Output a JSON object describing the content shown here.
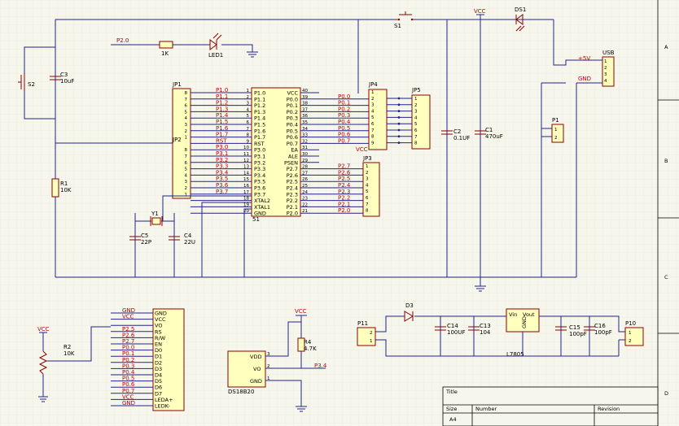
{
  "grid": {
    "rows": [
      "A",
      "B",
      "C",
      "D"
    ]
  },
  "power": {
    "vcc": "VCC",
    "vcc2": "VCC",
    "vcc3": "VCC"
  },
  "s1": {
    "ref": "S1"
  },
  "s2": {
    "ref": "S2"
  },
  "c3": {
    "ref": "C3",
    "value": "10uF"
  },
  "r1": {
    "ref": "R1",
    "value": "10K"
  },
  "led1": {
    "ref": "LED1",
    "net": "P2.0",
    "r_value": "1K"
  },
  "jp1": {
    "ref": "JP1",
    "pins": [
      "8",
      "7",
      "6",
      "5",
      "4",
      "3",
      "2",
      "1"
    ],
    "nets": [
      "P1.0",
      "P1.1",
      "P1.2",
      "P1.3",
      "P1.4",
      "P1.5",
      "P1.6",
      "P1.7"
    ]
  },
  "jp2": {
    "ref": "JP2",
    "pins": [
      "8",
      "7",
      "6",
      "5",
      "4",
      "3",
      "2",
      "1"
    ],
    "nets": [
      "RST",
      "P3.0",
      "P3.1",
      "P3.2",
      "P3.3",
      "P3.4",
      "P3.5",
      "P3.6",
      "P3.7"
    ]
  },
  "mcu": {
    "ref": "51",
    "left_pins": [
      {
        "num": "1",
        "name": "P1.0"
      },
      {
        "num": "2",
        "name": "P1.1"
      },
      {
        "num": "3",
        "name": "P1.2"
      },
      {
        "num": "4",
        "name": "P1.3"
      },
      {
        "num": "5",
        "name": "P1.4"
      },
      {
        "num": "6",
        "name": "P1.5"
      },
      {
        "num": "7",
        "name": "P1.6"
      },
      {
        "num": "8",
        "name": "P1.7"
      },
      {
        "num": "9",
        "name": "RST"
      },
      {
        "num": "10",
        "name": "P3.0"
      },
      {
        "num": "11",
        "name": "P3.1"
      },
      {
        "num": "12",
        "name": "P3.2"
      },
      {
        "num": "13",
        "name": "P3.3"
      },
      {
        "num": "14",
        "name": "P3.4"
      },
      {
        "num": "15",
        "name": "P3.5"
      },
      {
        "num": "16",
        "name": "P3.6"
      },
      {
        "num": "17",
        "name": "P3.7"
      },
      {
        "num": "18",
        "name": "XTAL2"
      },
      {
        "num": "19",
        "name": "XTAL1"
      },
      {
        "num": "20",
        "name": "GND"
      }
    ],
    "right_pins": [
      {
        "num": "40",
        "name": "VCC"
      },
      {
        "num": "39",
        "name": "P0.0"
      },
      {
        "num": "38",
        "name": "P0.1"
      },
      {
        "num": "37",
        "name": "P0.2"
      },
      {
        "num": "36",
        "name": "P0.3"
      },
      {
        "num": "35",
        "name": "P0.4"
      },
      {
        "num": "34",
        "name": "P0.5"
      },
      {
        "num": "33",
        "name": "P0.6"
      },
      {
        "num": "32",
        "name": "P0.7"
      },
      {
        "num": "31",
        "name": "EA"
      },
      {
        "num": "30",
        "name": "ALE"
      },
      {
        "num": "29",
        "name": "PSEN"
      },
      {
        "num": "28",
        "name": "P2.7"
      },
      {
        "num": "27",
        "name": "P2.6"
      },
      {
        "num": "26",
        "name": "P2.5"
      },
      {
        "num": "25",
        "name": "P2.4"
      },
      {
        "num": "24",
        "name": "P2.3"
      },
      {
        "num": "23",
        "name": "P2.2"
      },
      {
        "num": "22",
        "name": "P2.1"
      },
      {
        "num": "21",
        "name": "P2.0"
      }
    ],
    "p0_nets": [
      "P0.0",
      "P0.1",
      "P0.2",
      "P0.3",
      "P0.4",
      "P0.5",
      "P0.6",
      "P0.7"
    ],
    "p2_nets": [
      "P2.7",
      "P2.6",
      "P2.5",
      "P2.4",
      "P2.3",
      "P2.2",
      "P2.1",
      "P2.0"
    ],
    "ea_net": "VCC"
  },
  "jp4": {
    "ref": "JP4",
    "pins": [
      "1",
      "2",
      "3",
      "4",
      "5",
      "6",
      "7",
      "8",
      "9"
    ]
  },
  "jp5": {
    "ref": "JP5",
    "pins": [
      "1",
      "2",
      "3",
      "4",
      "5",
      "6",
      "7",
      "8"
    ]
  },
  "jp3": {
    "ref": "JP3",
    "pins": [
      "1",
      "2",
      "3",
      "4",
      "5",
      "6",
      "7",
      "8"
    ]
  },
  "y1": {
    "ref": "Y1",
    "c5_ref": "C5",
    "c5_val": "22P",
    "c4_ref": "C4",
    "c4_val": "22U"
  },
  "caps": {
    "c2_ref": "C2",
    "c2_val": "0.1UF",
    "c1_ref": "C1",
    "c1_val": "470uF"
  },
  "ds1": {
    "ref": "DS1"
  },
  "usb": {
    "ref": "USB",
    "net_5v": "+5V",
    "net_gnd": "GND",
    "pins": [
      "1",
      "2",
      "3",
      "4"
    ]
  },
  "p1": {
    "ref": "P1",
    "pins": [
      "1",
      "2"
    ]
  },
  "lcd": {
    "r2_ref": "R2",
    "r2_val": "10K",
    "pins": [
      "GND",
      "VCC",
      "VO",
      "RS",
      "R/W",
      "EN",
      "D0",
      "D1",
      "D2",
      "D3",
      "D4",
      "D5",
      "D6",
      "D7",
      "LEDA+",
      "LEDK-"
    ],
    "nets": [
      "GND",
      "VCC",
      "",
      "P2.5",
      "P2.6",
      "P2.7",
      "P0.0",
      "P0.1",
      "P0.2",
      "P0.3",
      "P0.4",
      "P0.5",
      "P0.6",
      "P0.7",
      "VCC",
      "GND"
    ]
  },
  "ds18b20": {
    "ref": "DS18B20",
    "r4_ref": "R4",
    "r4_val": "4.7K",
    "pins": [
      {
        "num": "3",
        "name": "VDD"
      },
      {
        "num": "2",
        "name": "VO"
      },
      {
        "num": "1",
        "name": "GND"
      }
    ],
    "net": "P3.4"
  },
  "power_supply": {
    "p11_ref": "P11",
    "p11_pins": [
      "2",
      "1"
    ],
    "d3_ref": "D3",
    "c14_ref": "C14",
    "c14_val": "100UF",
    "c13_ref": "C13",
    "c13_val": "104",
    "reg_ref": "L7805",
    "reg_vin": "Vin",
    "reg_vout": "Vout",
    "reg_gnd": "GND",
    "c15_ref": "C15",
    "c15_val": "100pF",
    "c16_ref": "C16",
    "c16_val": "100pF",
    "p10_ref": "P10",
    "p10_pins": [
      "1",
      "2"
    ]
  },
  "titleblock": {
    "title": "Title",
    "size": "Size",
    "size_val": "A4",
    "number": "Number",
    "revision": "Revision"
  }
}
